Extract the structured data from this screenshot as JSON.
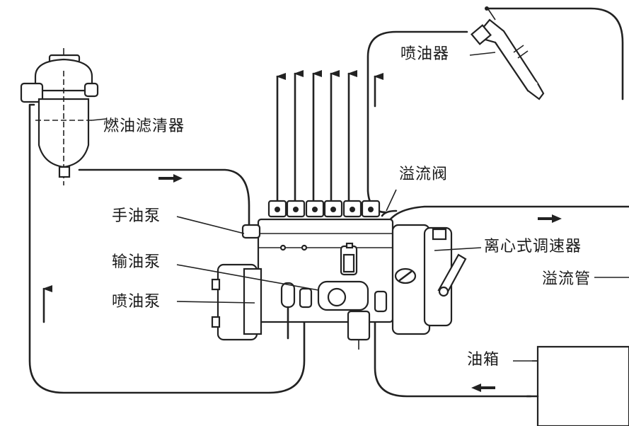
{
  "labels": {
    "fuel_filter": "燃油滤清器",
    "injector": "喷油器",
    "overflow_valve": "溢流阀",
    "hand_pump": "手油泵",
    "transfer_pump": "输油泵",
    "injection_pump": "喷油泵",
    "governor": "离心式调速器",
    "overflow_pipe": "溢流管",
    "fuel_tank": "油箱"
  }
}
